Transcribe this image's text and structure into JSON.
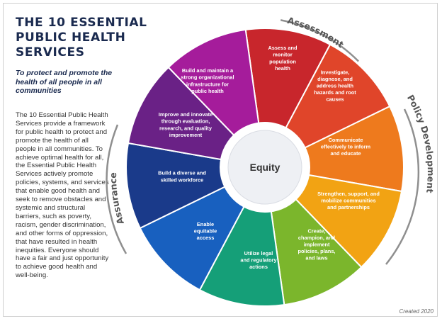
{
  "title_lines": [
    "THE 10 ESSENTIAL",
    "PUBLIC HEALTH",
    "SERVICES"
  ],
  "subtitle": "To protect and promote the health of all people in all communities",
  "body": "The 10 Essential Public Health Services provide a framework for public health to protect and promote the health of all people in all communities. To achieve optimal health for all, the Essential Public Health Services actively promote policies, systems, and services that enable good health and seek to remove obstacles and systemic and structural barriers, such as poverty, racism, gender discrimination, and other forms of oppression, that have resulted in health inequities. Everyone should have a fair and just opportunity to achieve good health and well-being.",
  "center_label": "Equity",
  "ring_labels": {
    "assessment": "Assessment",
    "policy": "Policy Development",
    "assurance": "Assurance"
  },
  "services": [
    {
      "lines": [
        "Assess and",
        "monitor",
        "population",
        "health"
      ],
      "color": "#c8262c"
    },
    {
      "lines": [
        "Investigate,",
        "diagnose, and",
        "address health",
        "hazards and root",
        "causes"
      ],
      "color": "#e0452a"
    },
    {
      "lines": [
        "Communicate",
        "effectively to inform",
        "and educate"
      ],
      "color": "#ee7a1d"
    },
    {
      "lines": [
        "Strengthen, support, and",
        "mobilize communities",
        "and partnerships"
      ],
      "color": "#f2a313"
    },
    {
      "lines": [
        "Create,",
        "champion, and",
        "implement",
        "policies, plans,",
        "and laws"
      ],
      "color": "#7bb62c"
    },
    {
      "lines": [
        "Utilize legal",
        "and regulatory",
        "actions"
      ],
      "color": "#159f78"
    },
    {
      "lines": [
        "Enable",
        "equitable",
        "access"
      ],
      "color": "#1860bf"
    },
    {
      "lines": [
        "Build a diverse and",
        "skilled workforce"
      ],
      "color": "#1a3a8a"
    },
    {
      "lines": [
        "Improve and innovate",
        "through evaluation,",
        "research, and quality",
        "improvement"
      ],
      "color": "#6a2186"
    },
    {
      "lines": [
        "Build and maintain a",
        "strong organizational",
        "infrastructure for",
        "public health"
      ],
      "color": "#a51c9b"
    }
  ],
  "created": "Created 2020"
}
